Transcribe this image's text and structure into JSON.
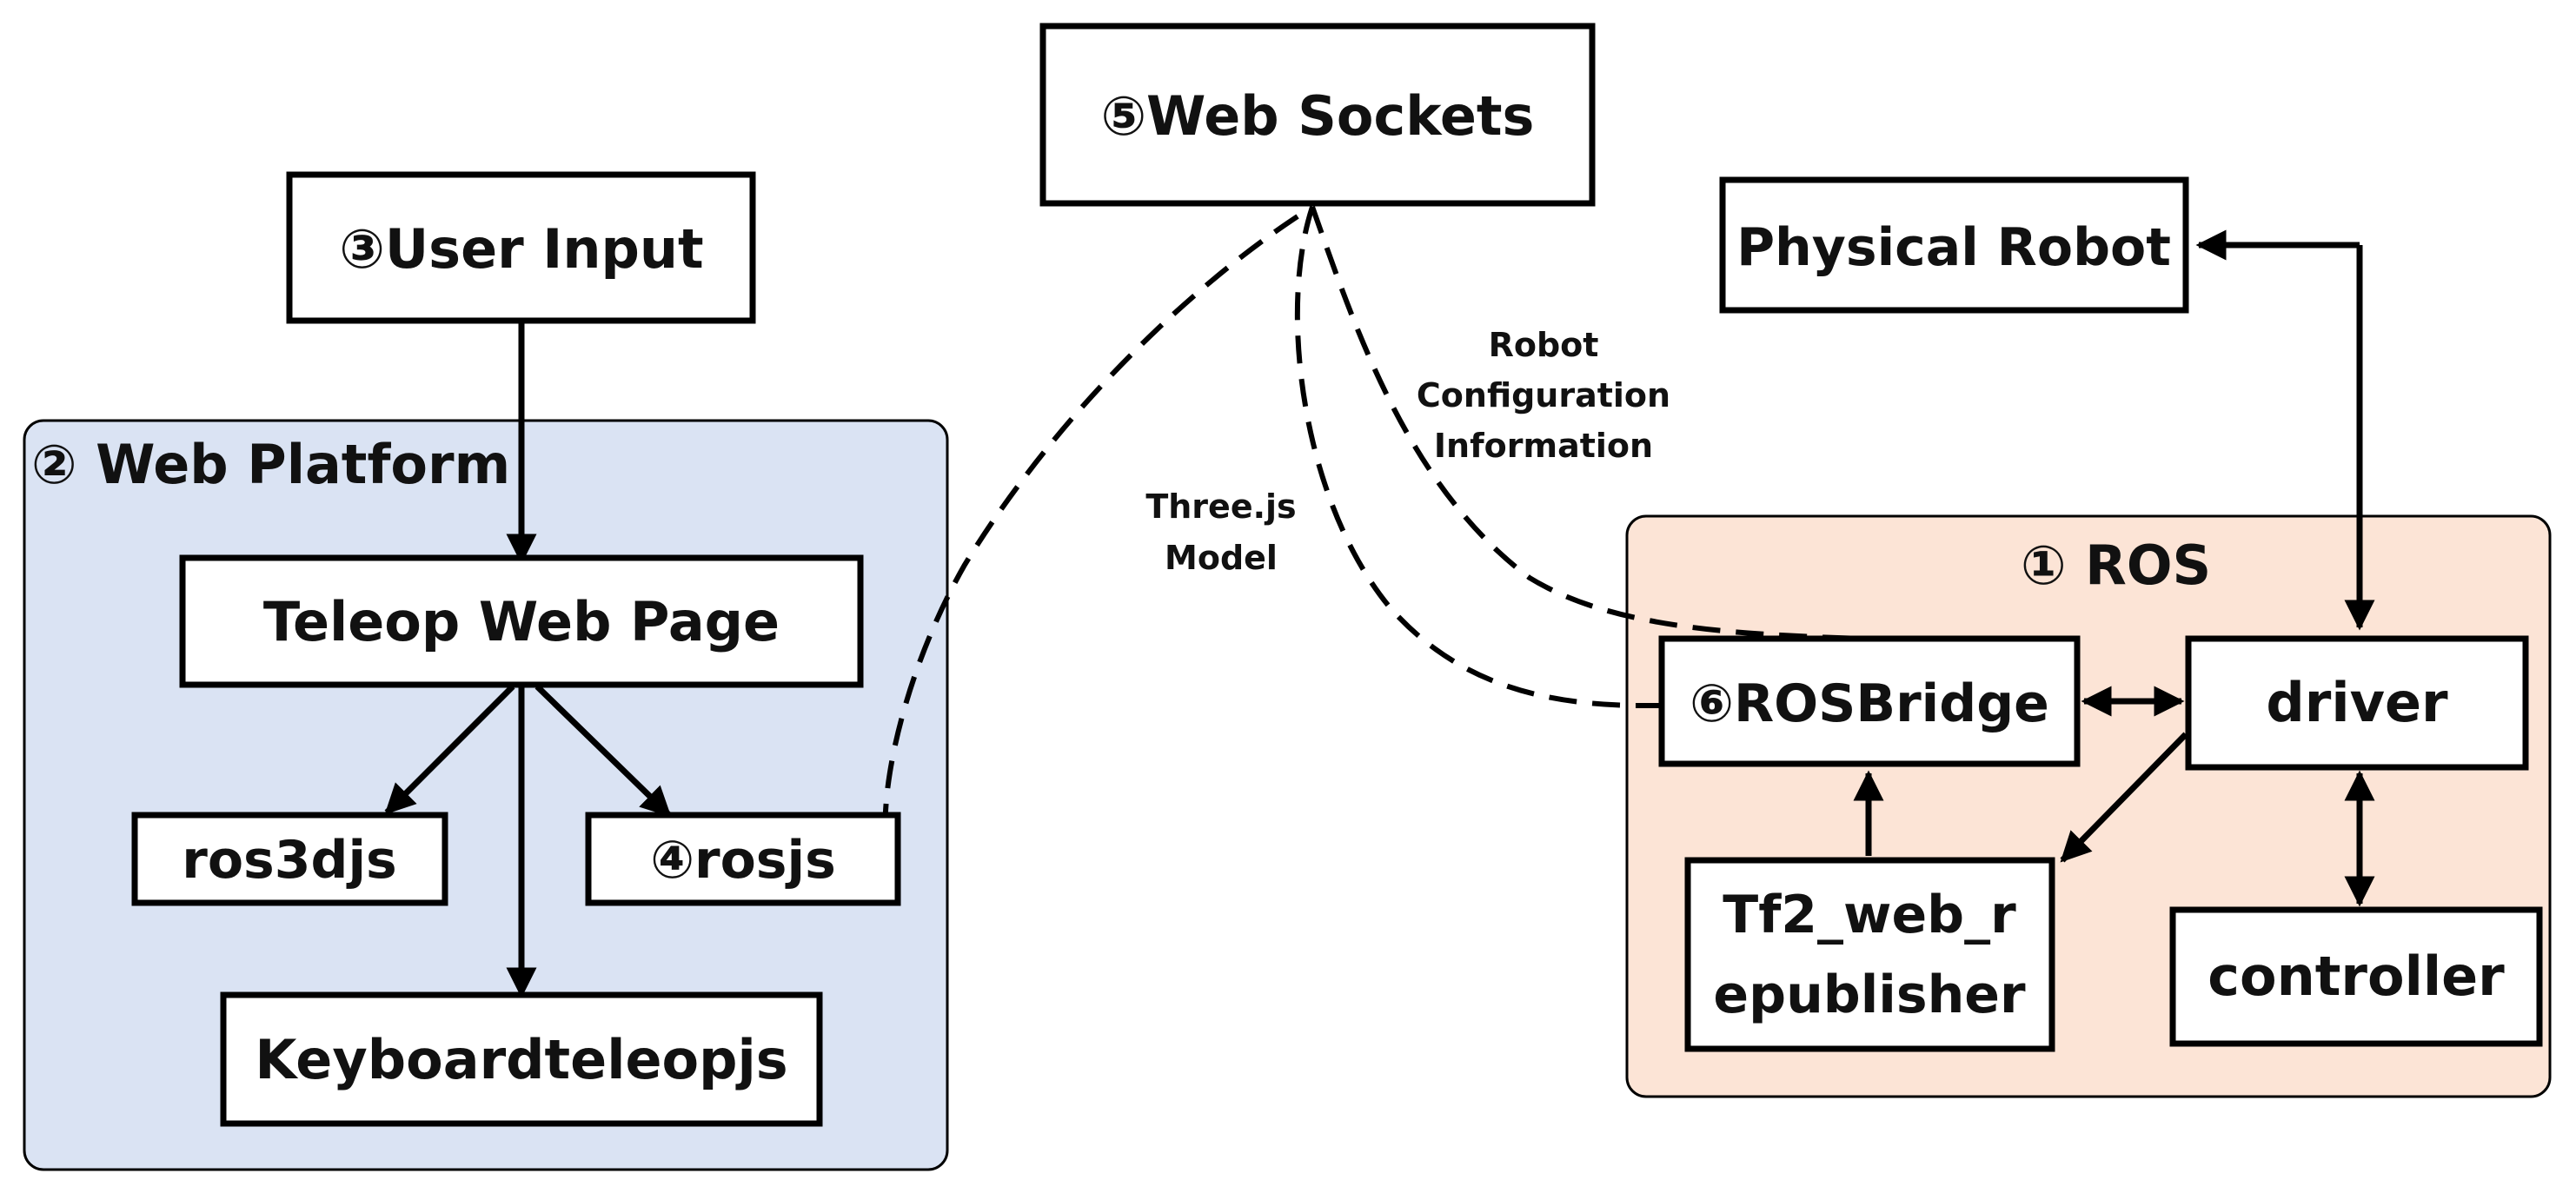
{
  "colors": {
    "web_platform_fill": "#dae3f3",
    "ros_fill": "#fce4d6",
    "box_fill": "#ffffff",
    "stroke": "#000000"
  },
  "groups": {
    "web_platform": "② Web Platform",
    "ros": "① ROS"
  },
  "nodes": {
    "web_sockets": "⑤Web Sockets",
    "user_input": "③User Input",
    "teleop_web_page": "Teleop Web Page",
    "ros3djs": "ros3djs",
    "rosjs": "④rosjs",
    "keyboardteleopjs": "Keyboardteleopjs",
    "physical_robot": "Physical Robot",
    "rosbridge": "⑥ROSBridge",
    "driver": "driver",
    "tf2_line1": "Tf2_web_r",
    "tf2_line2": "epublisher",
    "controller": "controller"
  },
  "edge_labels": {
    "robot_config_line1": "Robot",
    "robot_config_line2": "Configuration",
    "robot_config_line3": "Information",
    "threejs_line1": "Three.js",
    "threejs_line2": "Model"
  }
}
